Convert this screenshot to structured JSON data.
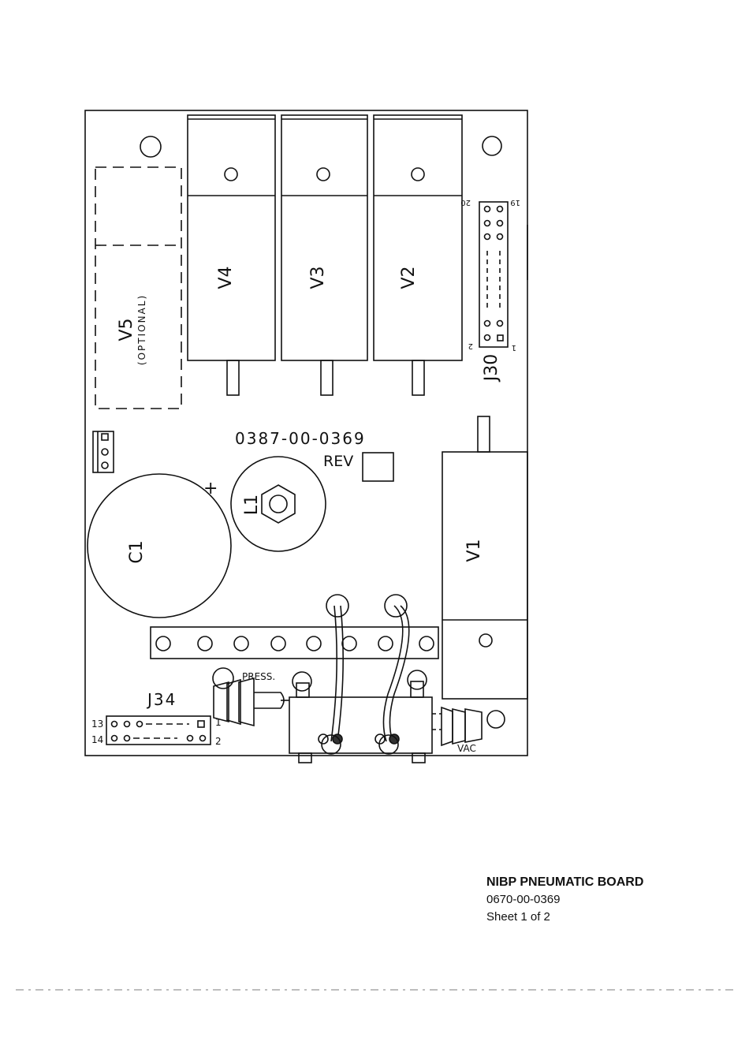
{
  "board": {
    "part_number": "0387-00-0369",
    "rev_label": "REV"
  },
  "components": {
    "v1": "V1",
    "v2": "V2",
    "v3": "V3",
    "v4": "V4",
    "v5": "V5",
    "v5_note": "(OPTIONAL)",
    "c1": "C1",
    "c1_polarity": "+",
    "l1": "L1"
  },
  "connectors": {
    "j30": "J30",
    "j30_pin_tl": "20",
    "j30_pin_tr": "19",
    "j30_pin_bl": "2",
    "j30_pin_br": "1",
    "j34": "J34",
    "j34_pin_13": "13",
    "j34_pin_14": "14",
    "j34_pin_1": "1",
    "j34_pin_2": "2"
  },
  "ports": {
    "press": "PRESS.",
    "vac": "VAC"
  },
  "title_block": {
    "title": "NIBP PNEUMATIC BOARD",
    "drawing_number": "0670-00-0369",
    "sheet": "Sheet 1 of 2"
  }
}
